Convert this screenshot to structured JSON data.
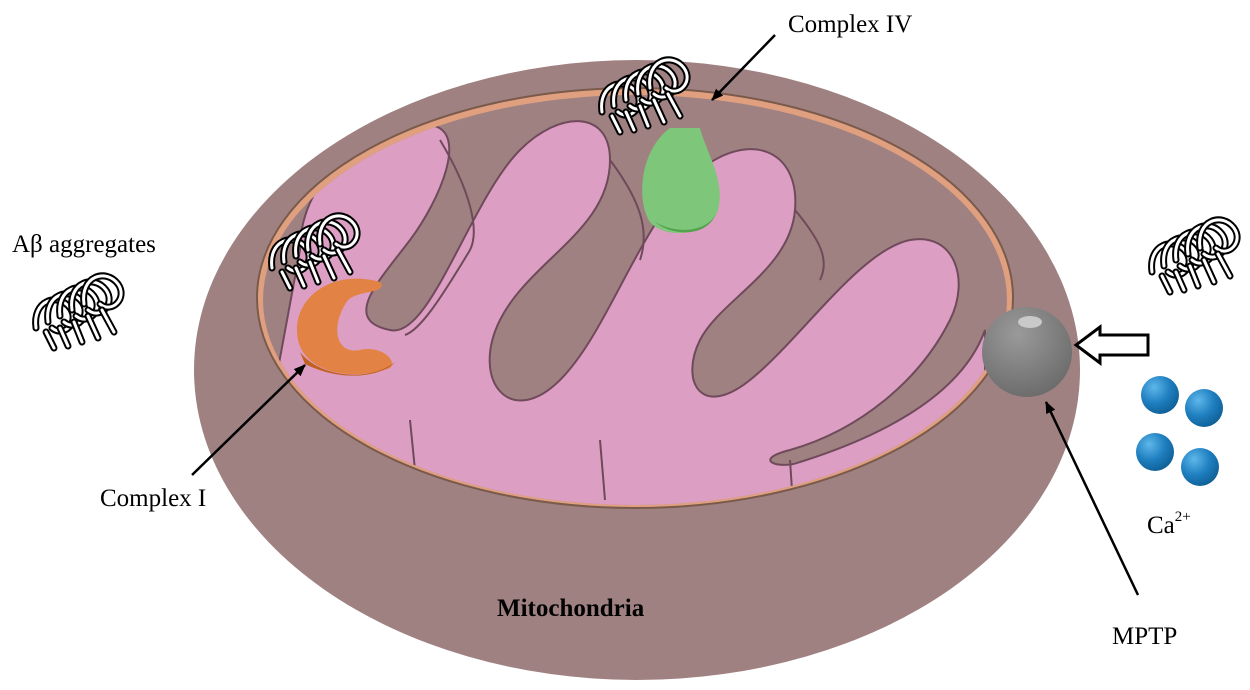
{
  "labels": {
    "complex_iv": "Complex IV",
    "abeta": "Aβ aggregates",
    "complex_i": "Complex I",
    "mitochondria": "Mitochondria",
    "ca_base": "Ca",
    "ca_charge": "2+",
    "mptp": "MPTP"
  },
  "colors": {
    "outer_membrane": "#a08182",
    "intermembrane": "#e0a080",
    "matrix": "#dc9fc3",
    "complex_i": "#e38245",
    "complex_iv": "#7ec67a",
    "mptp": "#7d7d7d",
    "calcium": "#1f7fc0"
  }
}
